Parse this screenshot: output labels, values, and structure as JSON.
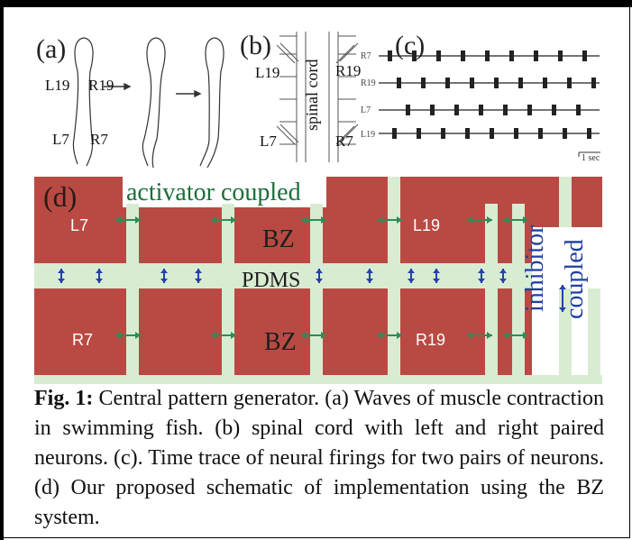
{
  "panel_a": {
    "label": "(a)",
    "neuron_labels": {
      "L19": "L19",
      "R19": "R19",
      "L7": "L7",
      "R7": "R7"
    }
  },
  "panel_b": {
    "label": "(b)",
    "structure_label": "spinal cord",
    "neuron_labels": {
      "L19": "L19",
      "R19": "R19",
      "L7": "L7",
      "R7": "R7"
    }
  },
  "panel_c": {
    "label": "(c)",
    "trace_labels": [
      "R7",
      "R19",
      "L7",
      "L19"
    ],
    "scale_label": "1 sec"
  },
  "panel_d": {
    "label": "(d)",
    "activator_label": "activator coupled",
    "inhibitor_label": [
      "inhibitor",
      "coupled"
    ],
    "neuron_labels": {
      "L7": "L7",
      "L19": "L19",
      "R7": "R7",
      "R19": "R19"
    },
    "bz_label": "BZ",
    "pdms_label": "PDMS",
    "colors": {
      "bz": "#b94a43",
      "pdms": "#d8ecd2",
      "activator_arrow": "#2e8b57",
      "inhibitor_arrow": "#2340b0"
    }
  },
  "caption": {
    "fig_label": "Fig. 1:",
    "text": " Central pattern generator. (a) Waves of muscle contraction in swimming fish. (b) spinal cord with left and right paired neurons. (c). Time trace of neural firings for two pairs of neurons. (d) Our proposed schematic of implementation using the BZ system."
  }
}
